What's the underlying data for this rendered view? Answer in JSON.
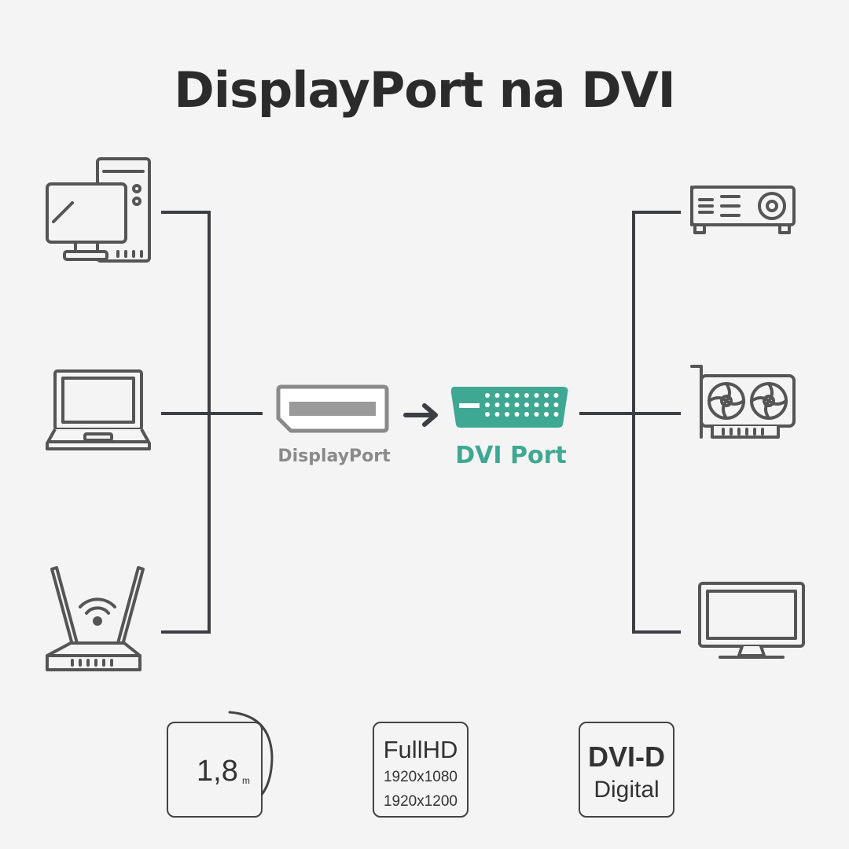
{
  "title": "DisplayPort na DVI",
  "connectors": {
    "input_label": "DisplayPort",
    "output_label": "DVI Port"
  },
  "sources": [
    "computer-icon",
    "laptop-icon",
    "router-icon"
  ],
  "targets": [
    "projector-icon",
    "graphics-card-icon",
    "monitor-icon"
  ],
  "badges": {
    "length": {
      "value": "1,8",
      "unit": "m"
    },
    "fullhd": {
      "title": "FullHD",
      "res1": "1920x1080",
      "res2": "1920x1200"
    },
    "dvid": {
      "title": "DVI-D",
      "subtitle": "Digital"
    }
  },
  "colors": {
    "line": "#3d3d45",
    "dvi_accent": "#3fa893",
    "displayport": "#8a8a8a",
    "text": "#2b2b2b"
  }
}
